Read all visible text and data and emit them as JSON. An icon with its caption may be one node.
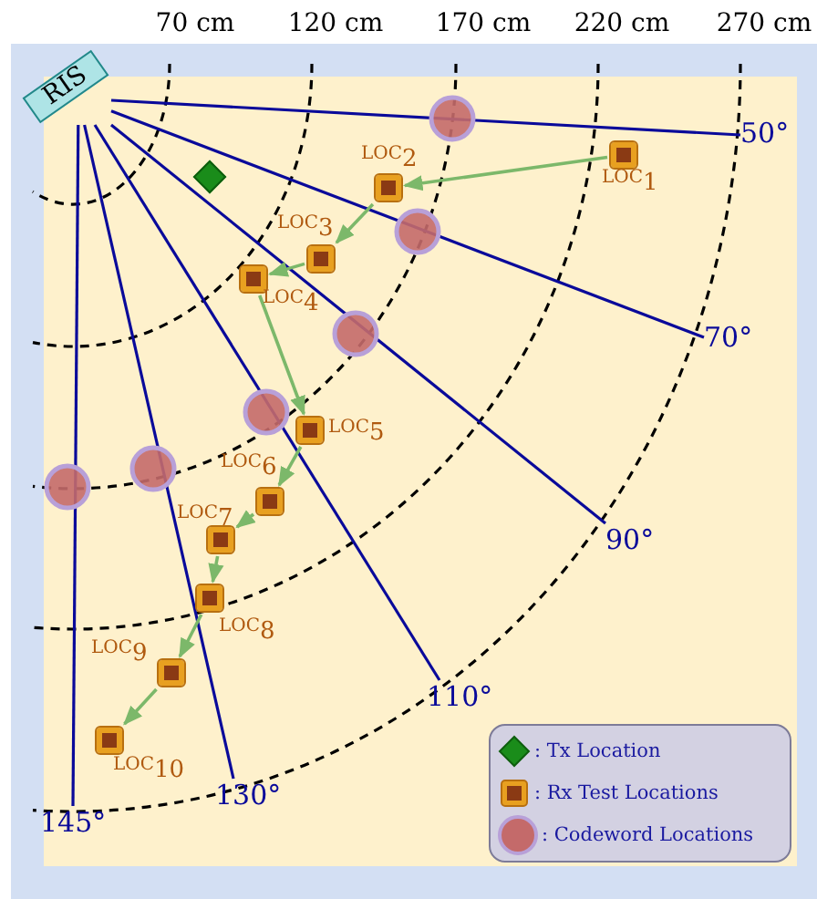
{
  "diagram": {
    "nodes": [
      {
        "text": [
          "RIS"
        ]
      },
      {
        "text": [],
        "shape": "diamond"
      },
      {
        "text": [],
        "shape": "box",
        "beside": [
          "LOC$_{1}$"
        ]
      },
      {
        "text": [],
        "shape": "box",
        "beside": [
          "LOC$_{2}$"
        ]
      },
      {
        "text": [],
        "shape": "box",
        "beside": [
          "LOC$_{3}$"
        ]
      },
      {
        "text": [],
        "shape": "box",
        "beside": [
          "LOC$_{4}$"
        ]
      },
      {
        "text": [],
        "shape": "box",
        "beside": [
          "LOC$_{5}$"
        ]
      },
      {
        "text": [],
        "shape": "box",
        "beside": [
          "LOC$_{6}$"
        ]
      },
      {
        "text": [],
        "shape": "box",
        "beside": [
          "LOC$_{7}$"
        ]
      },
      {
        "text": [],
        "shape": "box",
        "beside": [
          "LOC$_{8}$"
        ]
      },
      {
        "text": [],
        "shape": "box",
        "beside": [
          "LOC$_{9}$"
        ]
      },
      {
        "text": [],
        "shape": "box",
        "beside": [
          "LOC$_{10}$"
        ]
      },
      {
        "text": [
          "50°"
        ]
      },
      {
        "text": [
          "70°"
        ]
      },
      {
        "text": [
          "90°"
        ]
      },
      {
        "text": [
          "110°"
        ]
      },
      {
        "text": [
          "130°"
        ]
      },
      {
        "text": [
          "145°"
        ]
      }
    ],
    "edges": [
      {
        "from": 2,
        "to": 3,
        "arrow": "to"
      },
      {
        "from": 3,
        "to": 4,
        "arrow": "to"
      },
      {
        "from": 4,
        "to": 5,
        "arrow": "to"
      },
      {
        "from": 5,
        "to": 6,
        "arrow": "to"
      },
      {
        "from": 6,
        "to": 7,
        "arrow": "to"
      },
      {
        "from": 7,
        "to": 8,
        "arrow": "to"
      },
      {
        "from": 8,
        "to": 9,
        "arrow": "to"
      },
      {
        "from": 9,
        "to": 10,
        "arrow": "to"
      },
      {
        "from": 10,
        "to": 11,
        "arrow": "to"
      },
      {
        "from": 0,
        "to": 12,
        "arrow": "none",
        "color": "#0a0a9a"
      },
      {
        "from": 0,
        "to": 13,
        "arrow": "none",
        "color": "#0a0a9a"
      },
      {
        "from": 0,
        "to": 14,
        "arrow": "none",
        "color": "#0a0a9a"
      },
      {
        "from": 0,
        "to": 15,
        "arrow": "none",
        "color": "#0a0a9a"
      },
      {
        "from": 0,
        "to": 16,
        "arrow": "none",
        "color": "#0a0a9a"
      },
      {
        "from": 0,
        "to": 17,
        "arrow": "none",
        "color": "#0a0a9a"
      }
    ],
    "labels": [
      "70 cm",
      "120 cm",
      "170 cm",
      "220 cm",
      "270 cm"
    ],
    "legend": [
      {
        "text": ": Tx Location"
      },
      {
        "text": ": Rx Test Locations"
      },
      {
        "text": ": Codeword Locations"
      }
    ]
  }
}
